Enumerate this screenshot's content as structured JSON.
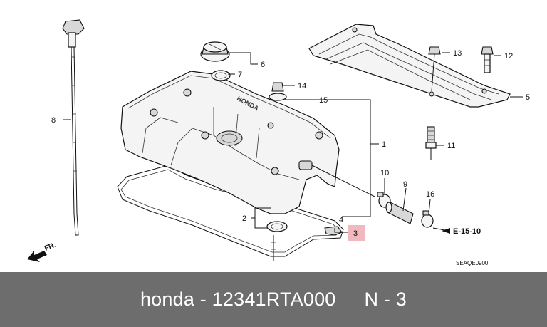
{
  "callouts": {
    "c1": "1",
    "c2": "2",
    "c3": "3",
    "c4": "4",
    "c5": "5",
    "c6": "6",
    "c7": "7",
    "c8": "8",
    "c9": "9",
    "c10": "10",
    "c11": "11",
    "c12": "12",
    "c13": "13",
    "c14": "14",
    "c15": "15",
    "c16": "16"
  },
  "highlight_color": "#f2b8c0",
  "reference_label": "E-15-10",
  "front_label": "FR.",
  "brand_mark": "HONDA",
  "diagram_code": "SEAQE0900",
  "footer": {
    "brand": "honda",
    "separator": "-",
    "part_number": "12341RTA000",
    "position": "N - 3"
  }
}
